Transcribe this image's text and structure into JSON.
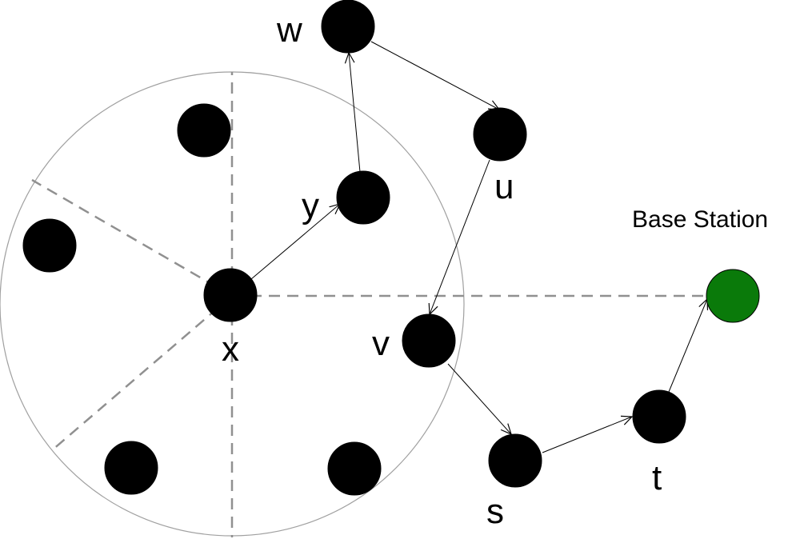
{
  "labels": {
    "w": "w",
    "u": "u",
    "y": "y",
    "x": "x",
    "v": "v",
    "s": "s",
    "t": "t",
    "base_station": "Base Station"
  },
  "colors": {
    "node": "#000000",
    "base_station": "#0a7a0a",
    "range_circle": "#a0a0a0",
    "sector_lines": "#909090",
    "edges": "#000000"
  }
}
